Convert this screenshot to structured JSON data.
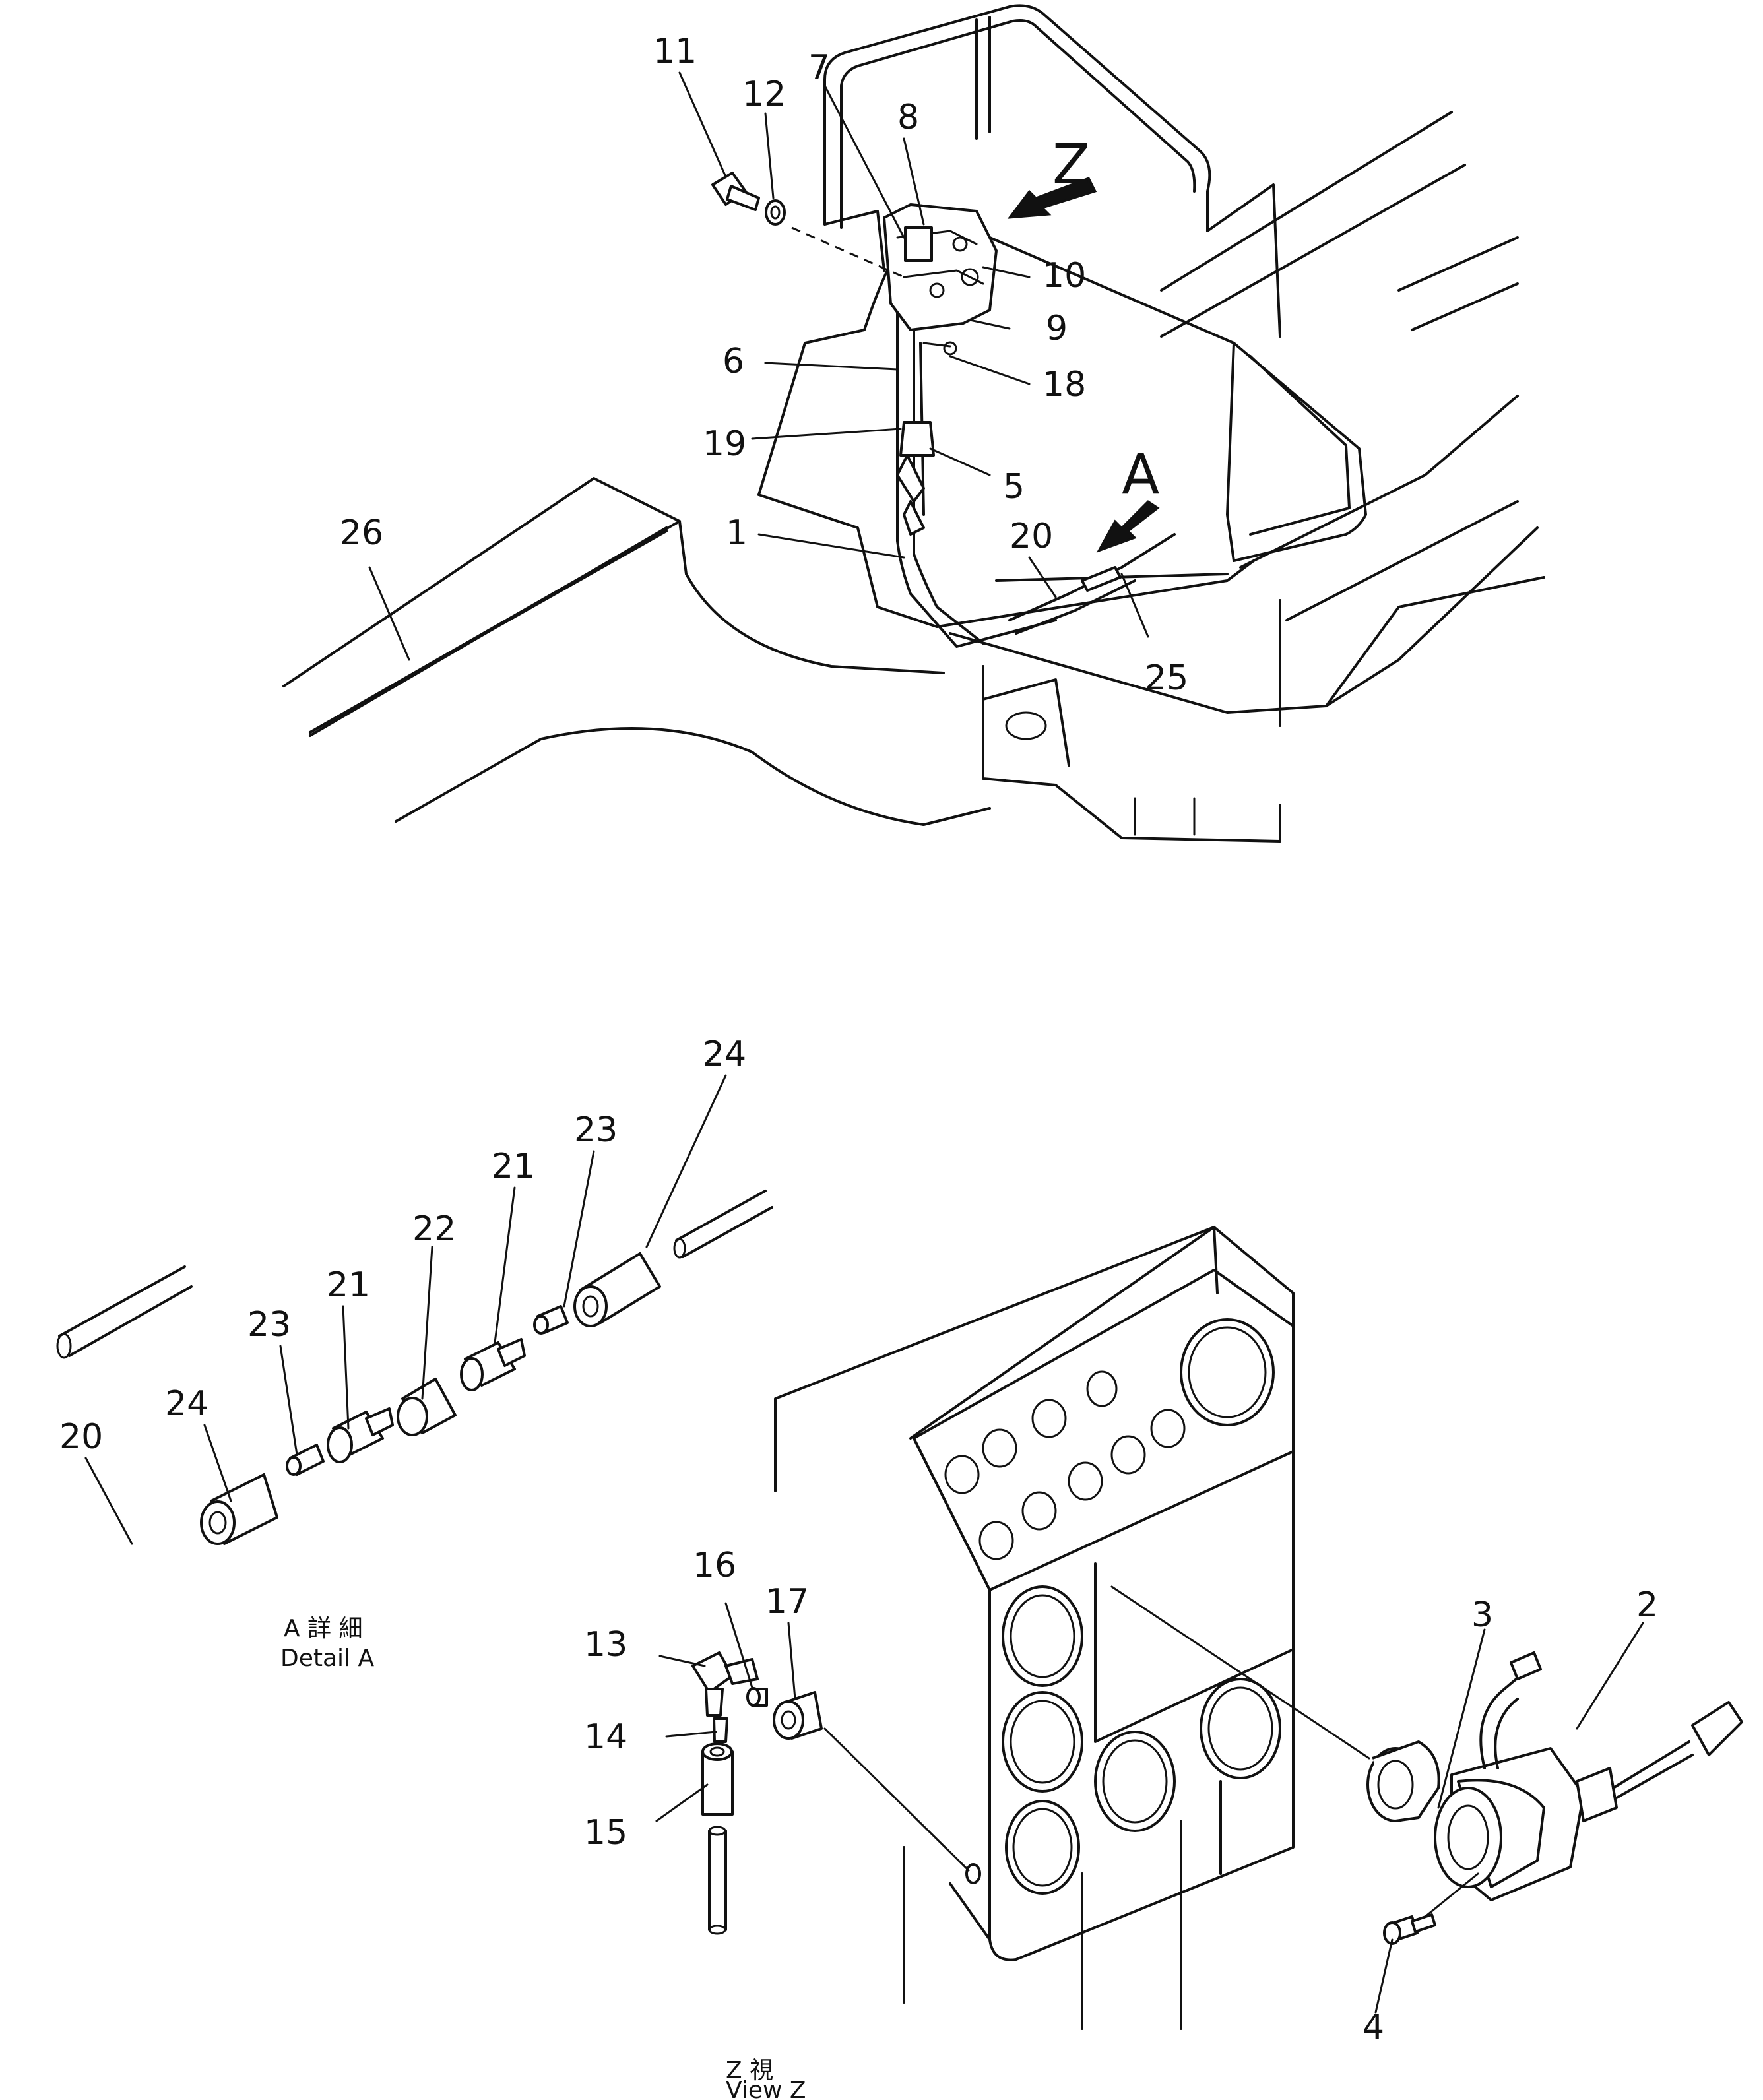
{
  "views": {
    "z_arrow": "Z",
    "a_arrow": "A",
    "detail_a_jp": "A 詳 細",
    "detail_a_en": "Detail A",
    "view_z_jp": "Z 視",
    "view_z_en": "View Z"
  },
  "callouts": {
    "c1": "1",
    "c2": "2",
    "c3": "3",
    "c4": "4",
    "c5": "5",
    "c6": "6",
    "c7": "7",
    "c8": "8",
    "c9": "9",
    "c10": "10",
    "c11": "11",
    "c12": "12",
    "c13": "13",
    "c14": "14",
    "c15": "15",
    "c16": "16",
    "c17": "17",
    "c18": "18",
    "c19": "19",
    "c20": "20",
    "c25": "25",
    "c26": "26",
    "d20": "20",
    "d24a": "24",
    "d23a": "23",
    "d21a": "21",
    "d22": "22",
    "d21b": "21",
    "d23b": "23",
    "d24b": "24"
  }
}
